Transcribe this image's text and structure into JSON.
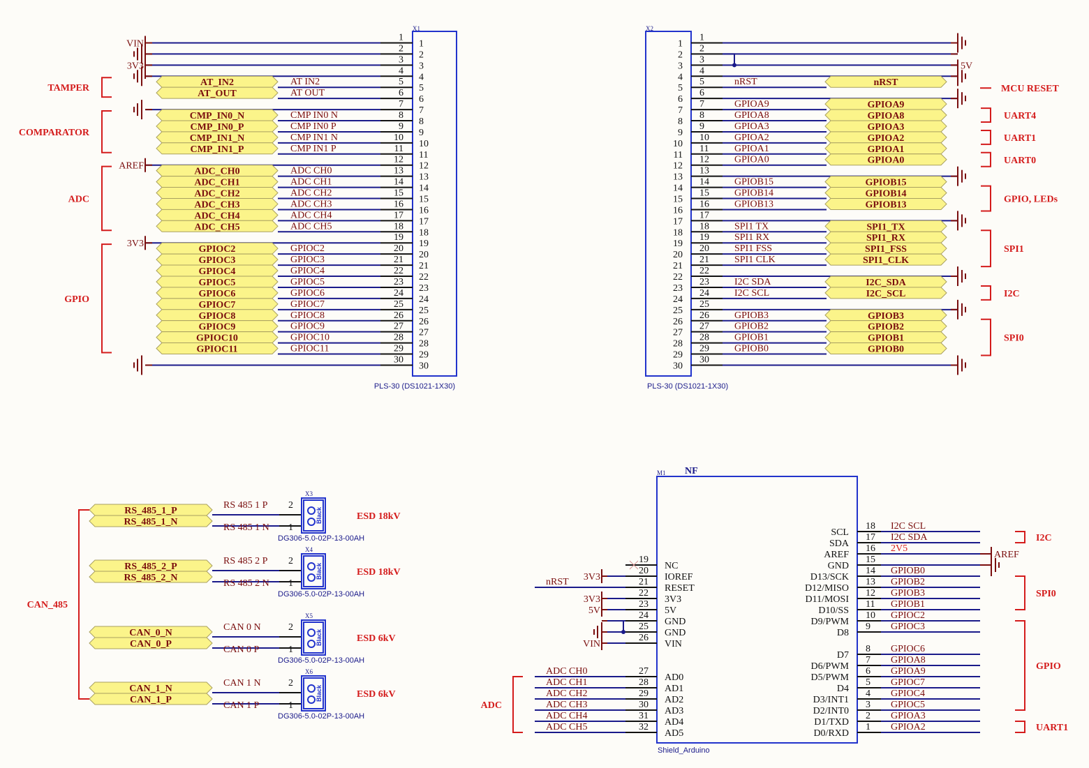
{
  "x1": {
    "designator": "X1",
    "footprint": "PLS-30 (DS1021-1X30)",
    "pins": [
      {
        "n": "1",
        "net": "",
        "port": "",
        "power": "VIN"
      },
      {
        "n": "2",
        "net": "",
        "port": "",
        "power": "GND"
      },
      {
        "n": "3",
        "net": "",
        "port": "",
        "power": "3V3"
      },
      {
        "n": "4",
        "net": "",
        "port": "",
        "power": "GND"
      },
      {
        "n": "5",
        "net": "AT_IN2",
        "port": "AT_IN2",
        "power": ""
      },
      {
        "n": "6",
        "net": "AT_OUT",
        "port": "AT_OUT",
        "power": ""
      },
      {
        "n": "7",
        "net": "",
        "port": "",
        "power": "GND"
      },
      {
        "n": "8",
        "net": "CMP_IN0_N",
        "port": "CMP_IN0_N",
        "power": ""
      },
      {
        "n": "9",
        "net": "CMP_IN0_P",
        "port": "CMP_IN0_P",
        "power": ""
      },
      {
        "n": "10",
        "net": "CMP_IN1_N",
        "port": "CMP_IN1_N",
        "power": ""
      },
      {
        "n": "11",
        "net": "CMP_IN1_P",
        "port": "CMP_IN1_P",
        "power": ""
      },
      {
        "n": "12",
        "net": "",
        "port": "",
        "power": "AREF"
      },
      {
        "n": "13",
        "net": "ADC_CH0",
        "port": "ADC_CH0",
        "power": ""
      },
      {
        "n": "14",
        "net": "ADC_CH1",
        "port": "ADC_CH1",
        "power": ""
      },
      {
        "n": "15",
        "net": "ADC_CH2",
        "port": "ADC_CH2",
        "power": ""
      },
      {
        "n": "16",
        "net": "ADC_CH3",
        "port": "ADC_CH3",
        "power": ""
      },
      {
        "n": "17",
        "net": "ADC_CH4",
        "port": "ADC_CH4",
        "power": ""
      },
      {
        "n": "18",
        "net": "ADC_CH5",
        "port": "ADC_CH5",
        "power": ""
      },
      {
        "n": "19",
        "net": "",
        "port": "",
        "power": "3V3"
      },
      {
        "n": "20",
        "net": "GPIOC2",
        "port": "GPIOC2",
        "power": ""
      },
      {
        "n": "21",
        "net": "GPIOC3",
        "port": "GPIOC3",
        "power": ""
      },
      {
        "n": "22",
        "net": "GPIOC4",
        "port": "GPIOC4",
        "power": ""
      },
      {
        "n": "23",
        "net": "GPIOC5",
        "port": "GPIOC5",
        "power": ""
      },
      {
        "n": "24",
        "net": "GPIOC6",
        "port": "GPIOC6",
        "power": ""
      },
      {
        "n": "25",
        "net": "GPIOC7",
        "port": "GPIOC7",
        "power": ""
      },
      {
        "n": "26",
        "net": "GPIOC8",
        "port": "GPIOC8",
        "power": ""
      },
      {
        "n": "27",
        "net": "GPIOC9",
        "port": "GPIOC9",
        "power": ""
      },
      {
        "n": "28",
        "net": "GPIOC10",
        "port": "GPIOC10",
        "power": ""
      },
      {
        "n": "29",
        "net": "GPIOC11",
        "port": "GPIOC11",
        "power": ""
      },
      {
        "n": "30",
        "net": "",
        "port": "",
        "power": "GND"
      }
    ],
    "groups": [
      {
        "label": "TAMPER",
        "from": 5,
        "to": 6
      },
      {
        "label": "COMPARATOR",
        "from": 8,
        "to": 11
      },
      {
        "label": "ADC",
        "from": 13,
        "to": 18
      },
      {
        "label": "GPIO",
        "from": 20,
        "to": 29
      }
    ]
  },
  "x2": {
    "designator": "X2",
    "footprint": "PLS-30 (DS1021-1X30)",
    "pins": [
      {
        "n": "1",
        "net": "",
        "port": "",
        "power": "GND"
      },
      {
        "n": "2",
        "net": "",
        "port": "",
        "power": "5V"
      },
      {
        "n": "3",
        "net": "",
        "port": "",
        "power": "5V"
      },
      {
        "n": "4",
        "net": "",
        "port": "",
        "power": "GND"
      },
      {
        "n": "5",
        "net": "nRST",
        "port": "nRST",
        "power": ""
      },
      {
        "n": "6",
        "net": "",
        "port": "",
        "power": "GND"
      },
      {
        "n": "7",
        "net": "GPIOA9",
        "port": "GPIOA9",
        "power": ""
      },
      {
        "n": "8",
        "net": "GPIOA8",
        "port": "GPIOA8",
        "power": ""
      },
      {
        "n": "9",
        "net": "GPIOA3",
        "port": "GPIOA3",
        "power": ""
      },
      {
        "n": "10",
        "net": "GPIOA2",
        "port": "GPIOA2",
        "power": ""
      },
      {
        "n": "11",
        "net": "GPIOA1",
        "port": "GPIOA1",
        "power": ""
      },
      {
        "n": "12",
        "net": "GPIOA0",
        "port": "GPIOA0",
        "power": ""
      },
      {
        "n": "13",
        "net": "",
        "port": "",
        "power": "GND"
      },
      {
        "n": "14",
        "net": "GPIOB15",
        "port": "GPIOB15",
        "power": ""
      },
      {
        "n": "15",
        "net": "GPIOB14",
        "port": "GPIOB14",
        "power": ""
      },
      {
        "n": "16",
        "net": "GPIOB13",
        "port": "GPIOB13",
        "power": ""
      },
      {
        "n": "17",
        "net": "",
        "port": "",
        "power": "GND"
      },
      {
        "n": "18",
        "net": "SPI1_TX",
        "port": "SPI1_TX",
        "power": ""
      },
      {
        "n": "19",
        "net": "SPI1_RX",
        "port": "SPI1_RX",
        "power": ""
      },
      {
        "n": "20",
        "net": "SPI1_FSS",
        "port": "SPI1_FSS",
        "power": ""
      },
      {
        "n": "21",
        "net": "SPI1_CLK",
        "port": "SPI1_CLK",
        "power": ""
      },
      {
        "n": "22",
        "net": "",
        "port": "",
        "power": "GND"
      },
      {
        "n": "23",
        "net": "I2C_SDA",
        "port": "I2C_SDA",
        "power": ""
      },
      {
        "n": "24",
        "net": "I2C_SCL",
        "port": "I2C_SCL",
        "power": ""
      },
      {
        "n": "25",
        "net": "",
        "port": "",
        "power": "GND"
      },
      {
        "n": "26",
        "net": "GPIOB3",
        "port": "GPIOB3",
        "power": ""
      },
      {
        "n": "27",
        "net": "GPIOB2",
        "port": "GPIOB2",
        "power": ""
      },
      {
        "n": "28",
        "net": "GPIOB1",
        "port": "GPIOB1",
        "power": ""
      },
      {
        "n": "29",
        "net": "GPIOB0",
        "port": "GPIOB0",
        "power": ""
      },
      {
        "n": "30",
        "net": "",
        "port": "",
        "power": "GND"
      }
    ],
    "groups": [
      {
        "label": "MCU RESET",
        "from": 5,
        "to": 5
      },
      {
        "label": "UART4",
        "from": 7,
        "to": 8
      },
      {
        "label": "UART1",
        "from": 9,
        "to": 10
      },
      {
        "label": "UART0",
        "from": 11,
        "to": 12
      },
      {
        "label": "GPIO, LEDs",
        "from": 14,
        "to": 16
      },
      {
        "label": "SPI1",
        "from": 18,
        "to": 21
      },
      {
        "label": "I2C",
        "from": 23,
        "to": 24
      },
      {
        "label": "SPI0",
        "from": 26,
        "to": 29
      }
    ],
    "power_label_5v": "5V"
  },
  "terminals": {
    "group_label": "CAN_485",
    "footprint": "DG306-5.0-02P-13-00AH",
    "body_text": "Black",
    "items": [
      {
        "designator": "X3",
        "esd": "ESD 18kV",
        "pins": [
          {
            "n": "2",
            "net": "RS_485_1_P",
            "port": "RS_485_1_P"
          },
          {
            "n": "1",
            "net": "RS_485_1_N",
            "port": "RS_485_1_N"
          }
        ]
      },
      {
        "designator": "X4",
        "esd": "ESD 18kV",
        "pins": [
          {
            "n": "2",
            "net": "RS_485_2_P",
            "port": "RS_485_2_P"
          },
          {
            "n": "1",
            "net": "RS_485_2_N",
            "port": "RS_485_2_N"
          }
        ]
      },
      {
        "designator": "X5",
        "esd": "ESD 6kV",
        "pins": [
          {
            "n": "2",
            "net": "CAN_0_N",
            "port": "CAN_0_N"
          },
          {
            "n": "1",
            "net": "CAN_0_P",
            "port": "CAN_0_P"
          }
        ]
      },
      {
        "designator": "X6",
        "esd": "ESD 6kV",
        "pins": [
          {
            "n": "2",
            "net": "CAN_1_N",
            "port": "CAN_1_N"
          },
          {
            "n": "1",
            "net": "CAN_1_P",
            "port": "CAN_1_P"
          }
        ]
      }
    ]
  },
  "m1": {
    "designator": "M1",
    "value": "NF",
    "footprint": "Shield_Arduino",
    "left_pins": [
      {
        "n": "19",
        "name": "NC",
        "net": "",
        "power": "",
        "nc": true
      },
      {
        "n": "20",
        "name": "IOREF",
        "net": "",
        "power": "3V3"
      },
      {
        "n": "21",
        "name": "RESET",
        "net": "nRST",
        "power": ""
      },
      {
        "n": "22",
        "name": "3V3",
        "net": "",
        "power": "3V3"
      },
      {
        "n": "23",
        "name": "5V",
        "net": "",
        "power": "5V"
      },
      {
        "n": "24",
        "name": "GND",
        "net": "",
        "power": "GND"
      },
      {
        "n": "25",
        "name": "GND",
        "net": "",
        "power": "GND"
      },
      {
        "n": "26",
        "name": "VIN",
        "net": "",
        "power": "VIN"
      }
    ],
    "adc_pins": [
      {
        "n": "27",
        "name": "AD0",
        "net": "ADC_CH0"
      },
      {
        "n": "28",
        "name": "AD1",
        "net": "ADC_CH1"
      },
      {
        "n": "29",
        "name": "AD2",
        "net": "ADC_CH2"
      },
      {
        "n": "30",
        "name": "AD3",
        "net": "ADC_CH3"
      },
      {
        "n": "31",
        "name": "AD4",
        "net": "ADC_CH4"
      },
      {
        "n": "32",
        "name": "AD5",
        "net": "ADC_CH5"
      }
    ],
    "adc_group": "ADC",
    "right_pins": [
      {
        "n": "18",
        "name": "SCL",
        "net": "I2C_SCL"
      },
      {
        "n": "17",
        "name": "SDA",
        "net": "I2C_SDA"
      },
      {
        "n": "16",
        "name": "AREF",
        "net": "2V5"
      },
      {
        "n": "15",
        "name": "GND",
        "net": ""
      },
      {
        "n": "14",
        "name": "D13/SCK",
        "net": "GPIOB0"
      },
      {
        "n": "13",
        "name": "D12/MISO",
        "net": "GPIOB2"
      },
      {
        "n": "12",
        "name": "D11/MOSI",
        "net": "GPIOB3"
      },
      {
        "n": "11",
        "name": "D10/SS",
        "net": "GPIOB1"
      },
      {
        "n": "10",
        "name": "D9/PWM",
        "net": "GPIOC2"
      },
      {
        "n": "9",
        "name": "D8",
        "net": "GPIOC3"
      },
      {
        "n": "8",
        "name": "D7",
        "net": "GPIOC6"
      },
      {
        "n": "7",
        "name": "D6/PWM",
        "net": "GPIOA8"
      },
      {
        "n": "6",
        "name": "D5/PWM",
        "net": "GPIOA9"
      },
      {
        "n": "5",
        "name": "D4",
        "net": "GPIOC7"
      },
      {
        "n": "4",
        "name": "D3/INT1",
        "net": "GPIOC4"
      },
      {
        "n": "3",
        "name": "D2/INT0",
        "net": "GPIOC5"
      },
      {
        "n": "2",
        "name": "D1/TXD",
        "net": "GPIOA3"
      },
      {
        "n": "1",
        "name": "D0/RXD",
        "net": "GPIOA2"
      }
    ],
    "right_groups": [
      {
        "label": "I2C"
      },
      {
        "label": "SPI0"
      },
      {
        "label": "GPIO"
      },
      {
        "label": "UART1"
      }
    ],
    "aref_power": "AREF"
  },
  "colors": {
    "wire": "#1a1a8a",
    "net_label": "#7a0e0e",
    "group": "#d41c1c",
    "port_fill": "#fbf48a",
    "component_box": "#2233cc",
    "aref_net": "#d41c1c"
  }
}
